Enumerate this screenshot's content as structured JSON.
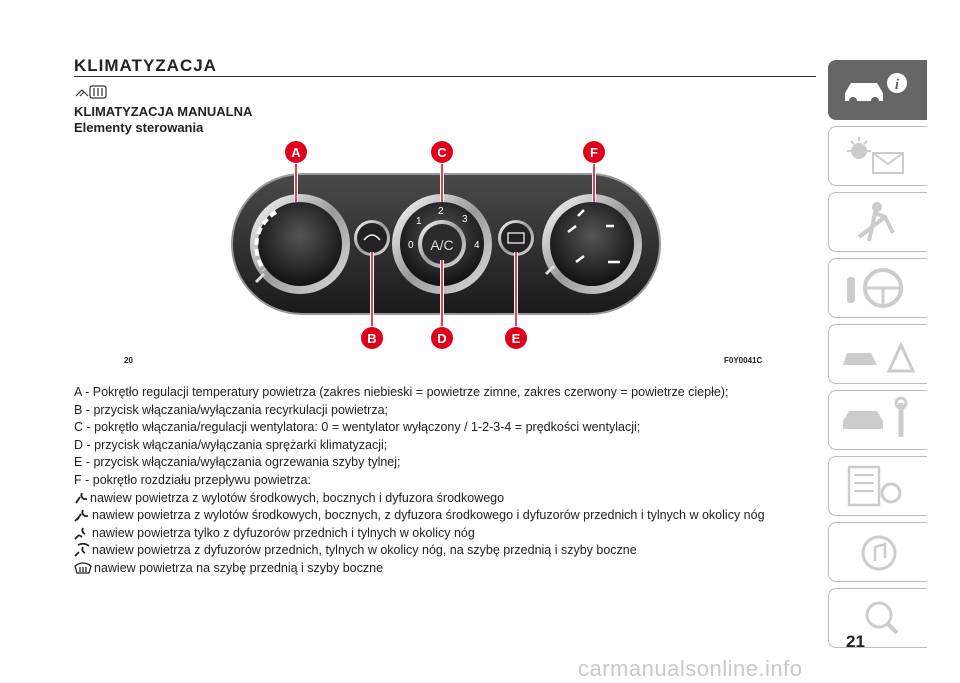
{
  "header": {
    "section_title": "KLIMATYZACJA",
    "subtitle": "KLIMATYZACJA MANUALNA",
    "subsubtitle": "Elementy sterowania"
  },
  "figure": {
    "number": "20",
    "code": "F0Y0041C",
    "callouts": [
      "A",
      "C",
      "F",
      "B",
      "D",
      "E"
    ],
    "fan_scale": [
      "0",
      "1",
      "2",
      "3",
      "4"
    ],
    "ac_label": "A/C",
    "accent_color": "#e0001b"
  },
  "descriptions": [
    "A - Pokrętło regulacji temperatury powietrza (zakres niebieski = powietrze zimne, zakres czerwony = powietrze ciepłe);",
    "B - przycisk włączania/wyłączania recyrkulacji powietrza;",
    "C - pokrętło włączania/regulacji wentylatora: 0 = wentylator wyłączony / 1-2-3-4 = prędkości wentylacji;",
    "D - przycisk włączania/wyłączania sprężarki klimatyzacji;",
    "E - przycisk włączania/wyłączania ogrzewania szyby tylnej;",
    "F - pokrętło rozdziału przepływu powietrza:"
  ],
  "modes": [
    {
      "icon": "face-vent-icon",
      "text": "nawiew powietrza z wylotów środkowych, bocznych i dyfuzora środkowego"
    },
    {
      "icon": "face-feet-vent-icon",
      "text": "nawiew powietrza z wylotów środkowych, bocznych, z dyfuzora środkowego i dyfuzorów przednich i tylnych w okolicy nóg"
    },
    {
      "icon": "feet-vent-icon",
      "text": "nawiew powietrza tylko z dyfuzorów przednich i tylnych w okolicy nóg"
    },
    {
      "icon": "feet-windshield-icon",
      "text": "nawiew powietrza z dyfuzorów przednich, tylnych w okolicy nóg, na szybę przednią i szyby boczne"
    },
    {
      "icon": "windshield-defrost-icon",
      "text": "nawiew powietrza na szybę przednią i szyby boczne"
    }
  ],
  "sidebar": {
    "tabs": [
      "car-info-icon",
      "warning-lights-icon",
      "safety-icon",
      "steering-icon",
      "emergency-icon",
      "maintenance-icon",
      "technical-data-icon",
      "multimedia-icon",
      "index-icon"
    ]
  },
  "page_number": "21",
  "watermark": "carmanualsonline.info"
}
